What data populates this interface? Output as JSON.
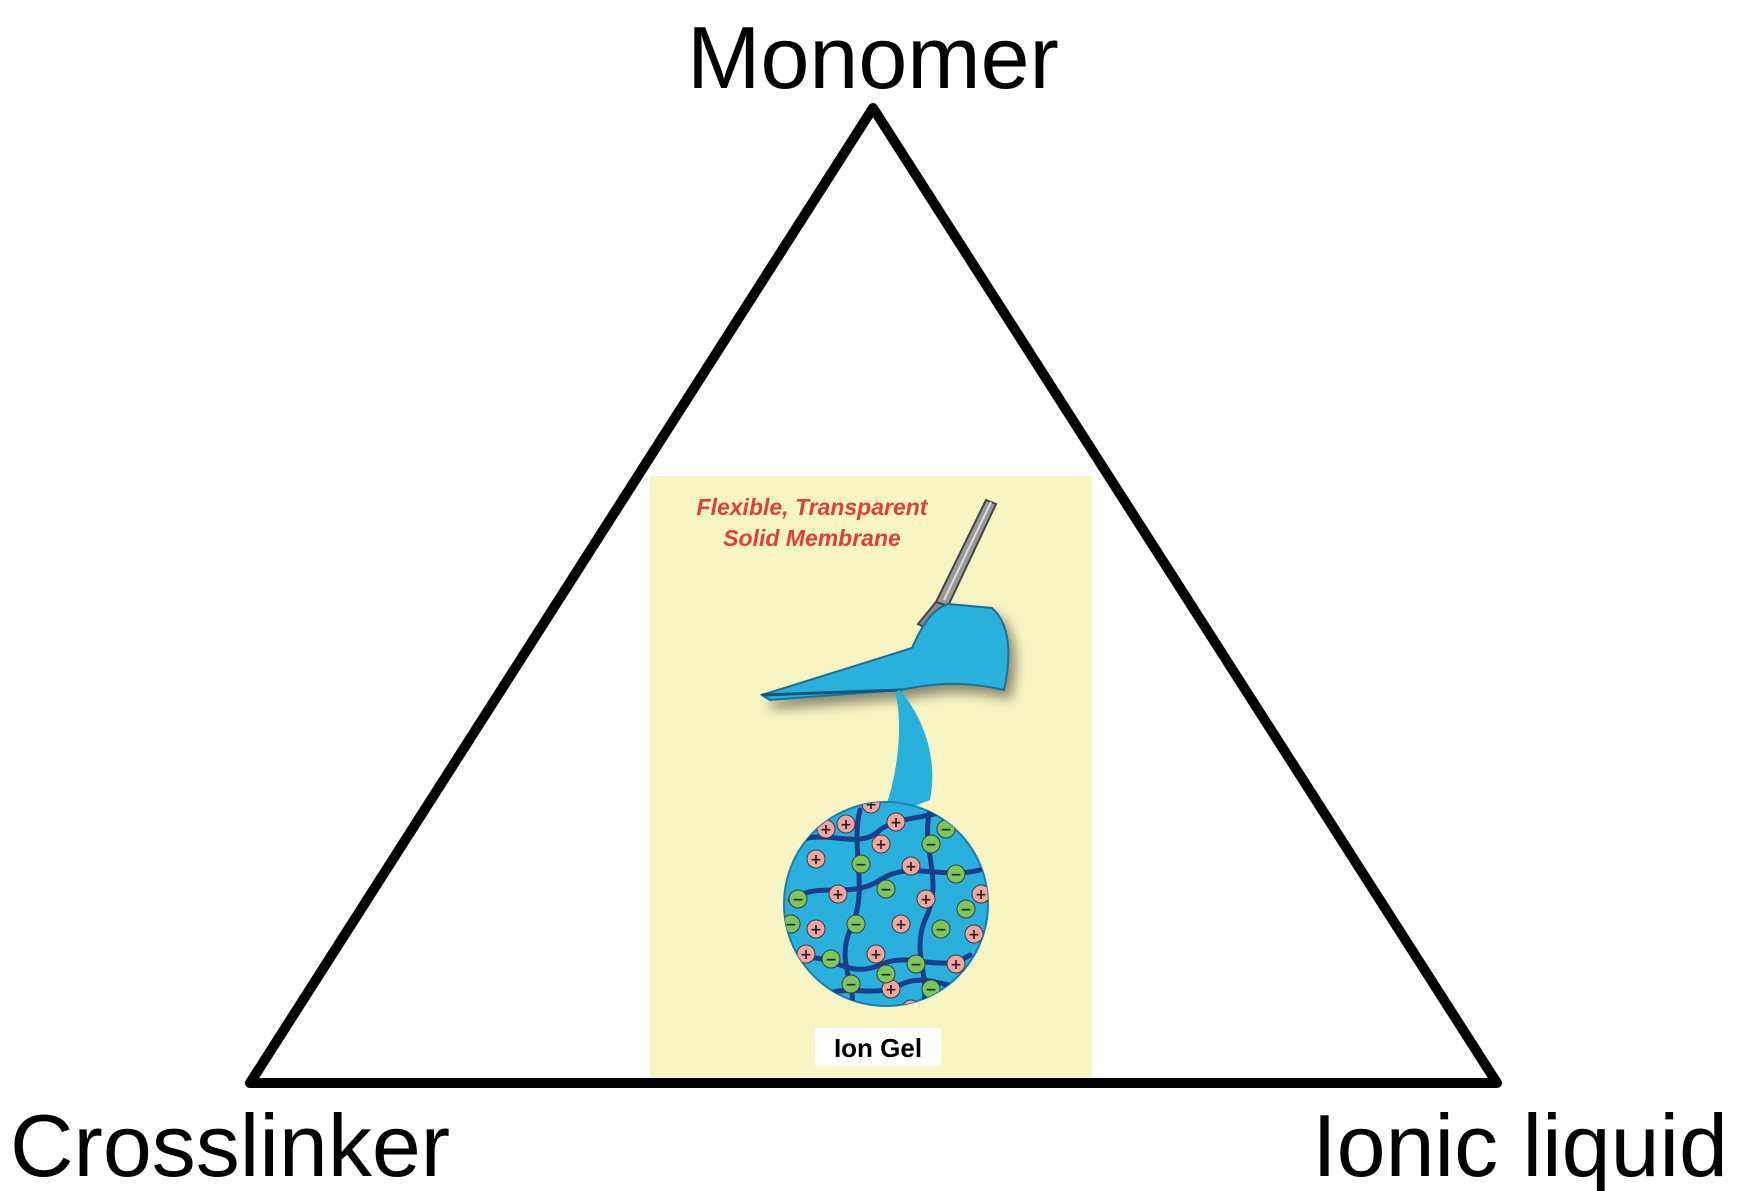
{
  "vertices": {
    "top": "Monomer",
    "bottom_left": "Crosslinker",
    "bottom_right": "Ionic liquid"
  },
  "inset": {
    "title_line1": "Flexible, Transparent",
    "title_line2": "Solid Membrane",
    "gel_label": "Ion Gel"
  },
  "colors": {
    "triangle": "#000000",
    "inset_background": "#f8f5c4",
    "membrane": "#2ab0dc",
    "polymer_chain": "#1a3d8c",
    "cation": "#f2a5a0",
    "anion": "#7cc65a",
    "title": "#e0403a"
  },
  "ions": [
    {
      "sign": "+",
      "type": "cation"
    },
    {
      "sign": "+",
      "type": "cation"
    },
    {
      "sign": "+",
      "type": "cation"
    },
    {
      "sign": "−",
      "type": "anion"
    },
    {
      "sign": "+",
      "type": "cation"
    },
    {
      "sign": "−",
      "type": "anion"
    },
    {
      "sign": "+",
      "type": "cation"
    },
    {
      "sign": "−",
      "type": "anion"
    },
    {
      "sign": "−",
      "type": "anion"
    },
    {
      "sign": "+",
      "type": "cation"
    },
    {
      "sign": "−",
      "type": "anion"
    },
    {
      "sign": "+",
      "type": "cation"
    },
    {
      "sign": "−",
      "type": "anion"
    },
    {
      "sign": "+",
      "type": "cation"
    },
    {
      "sign": "−",
      "type": "anion"
    },
    {
      "sign": "+",
      "type": "cation"
    },
    {
      "sign": "−",
      "type": "anion"
    },
    {
      "sign": "+",
      "type": "cation"
    },
    {
      "sign": "−",
      "type": "anion"
    },
    {
      "sign": "+",
      "type": "cation"
    },
    {
      "sign": "−",
      "type": "anion"
    },
    {
      "sign": "+",
      "type": "cation"
    },
    {
      "sign": "+",
      "type": "cation"
    },
    {
      "sign": "−",
      "type": "anion"
    },
    {
      "sign": "+",
      "type": "cation"
    },
    {
      "sign": "−",
      "type": "anion"
    },
    {
      "sign": "+",
      "type": "cation"
    },
    {
      "sign": "−",
      "type": "anion"
    },
    {
      "sign": "+",
      "type": "cation"
    },
    {
      "sign": "+",
      "type": "cation"
    },
    {
      "sign": "−",
      "type": "anion"
    },
    {
      "sign": "+",
      "type": "cation"
    },
    {
      "sign": "−",
      "type": "anion"
    }
  ]
}
